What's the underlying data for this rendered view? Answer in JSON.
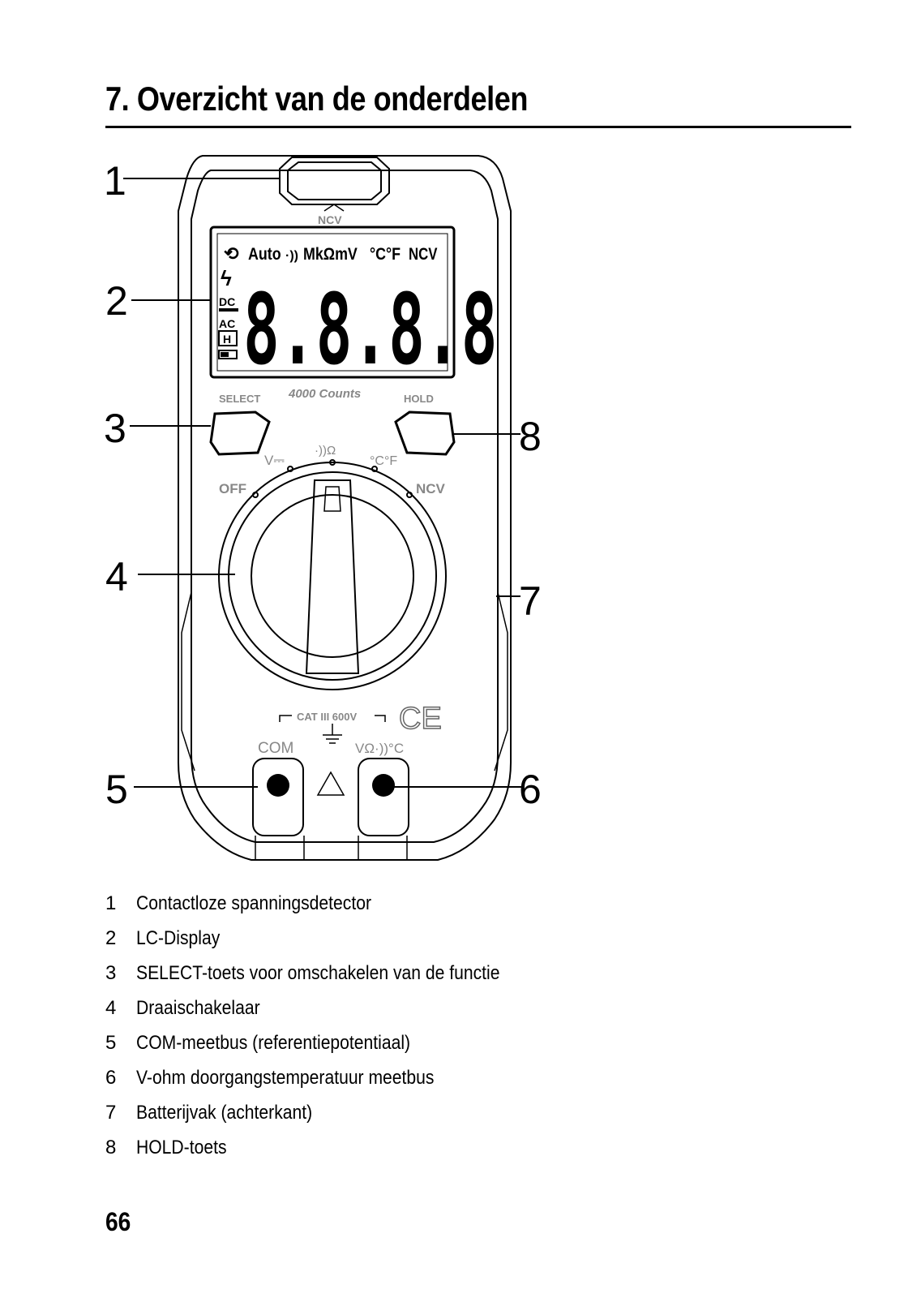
{
  "heading": "7. Overzicht van de onderdelen",
  "figure": {
    "callouts": [
      "1",
      "2",
      "3",
      "4",
      "5",
      "6",
      "7",
      "8"
    ],
    "meter": {
      "ncv_top": "NCV",
      "lcd_top_row": [
        "Auto",
        "MkΩmV",
        "°C°F",
        "NCV"
      ],
      "lcd_left_icons": [
        "DC",
        "AC",
        "H"
      ],
      "lcd_digits": "8.8.8.8",
      "counts": "4000 Counts",
      "select_label": "SELECT",
      "hold_label": "HOLD",
      "dial_labels": [
        "V⎓",
        "·))Ω",
        "°C°F",
        "OFF",
        "NCV"
      ],
      "cat_rating": "CAT III 600V",
      "ce_mark": "CE",
      "com_label": "COM",
      "v_label": "VΩ·))°C"
    }
  },
  "legend": [
    {
      "num": "1",
      "text": "Contactloze spanningsdetector"
    },
    {
      "num": "2",
      "text": "LC-Display"
    },
    {
      "num": "3",
      "text": "SELECT-toets voor omschakelen van de functie"
    },
    {
      "num": "4",
      "text": "Draaischakelaar"
    },
    {
      "num": "5",
      "text": "COM-meetbus (referentiepotentiaal)"
    },
    {
      "num": "6",
      "text": "V-ohm doorgangstemperatuur meetbus"
    },
    {
      "num": "7",
      "text": "Batterijvak (achterkant)"
    },
    {
      "num": "8",
      "text": "HOLD-toets"
    }
  ],
  "page_number": "66"
}
